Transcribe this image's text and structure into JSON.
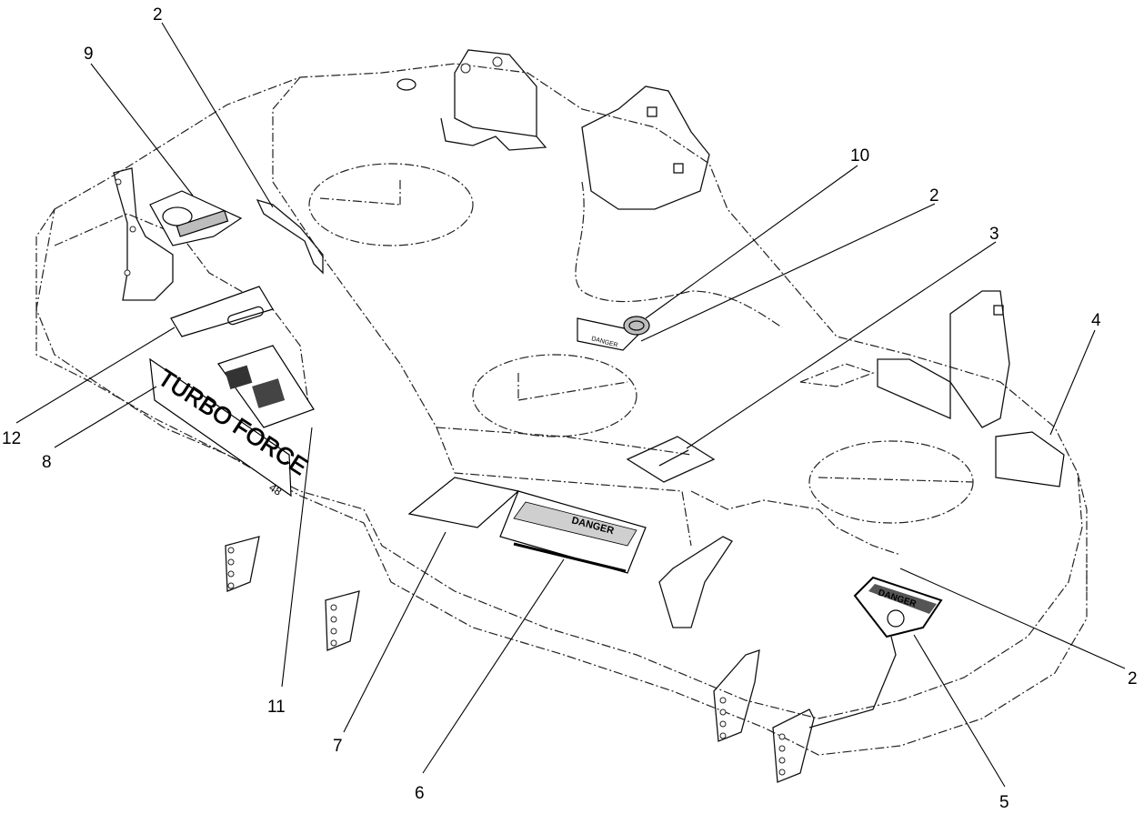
{
  "callouts": [
    {
      "id": "c2a",
      "label": "2"
    },
    {
      "id": "c9",
      "label": "9"
    },
    {
      "id": "c10",
      "label": "10"
    },
    {
      "id": "c2b",
      "label": "2"
    },
    {
      "id": "c3",
      "label": "3"
    },
    {
      "id": "c4",
      "label": "4"
    },
    {
      "id": "c12",
      "label": "12"
    },
    {
      "id": "c8",
      "label": "8"
    },
    {
      "id": "c11",
      "label": "11"
    },
    {
      "id": "c7",
      "label": "7"
    },
    {
      "id": "c6",
      "label": "6"
    },
    {
      "id": "c5",
      "label": "5"
    },
    {
      "id": "c2c",
      "label": "2"
    }
  ],
  "decals": {
    "turbo_force": "TURBO FORCE",
    "deck_size": "48",
    "danger_small": "DANGER",
    "danger_main": "DANGER",
    "danger_shield": "DANGER"
  }
}
